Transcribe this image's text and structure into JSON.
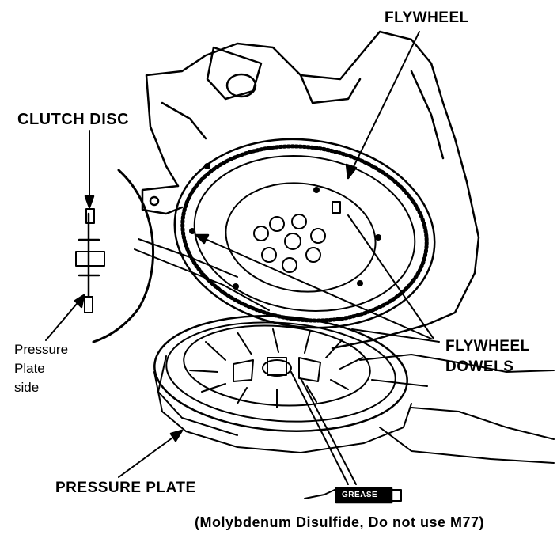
{
  "labels": {
    "flywheel": "FLYWHEEL",
    "clutch_disc": "CLUTCH DISC",
    "flywheel_dowels": [
      "FLYWHEEL",
      "DOWELS"
    ],
    "pressure_plate_side": [
      "Pressure",
      "Plate",
      "side"
    ],
    "pressure_plate": "PRESSURE PLATE",
    "grease_tube": "GREASE",
    "grease_note": "(Molybdenum Disulfide, Do not use M77)"
  },
  "colors": {
    "line": "#000000",
    "background": "#ffffff"
  }
}
